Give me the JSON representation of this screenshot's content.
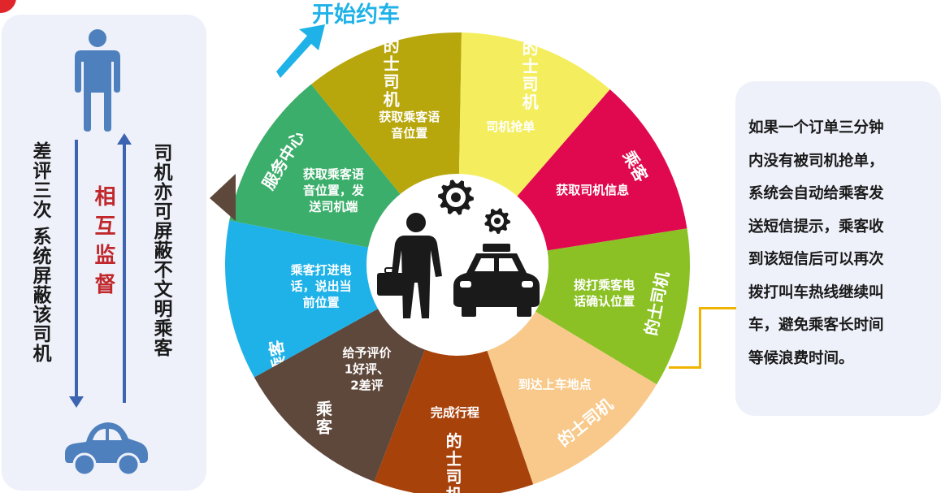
{
  "start_label": "开始约车",
  "left_panel": {
    "left_text": "差评三次 系统屏蔽该司机",
    "middle_text": "相互监督",
    "right_text": "司机亦可屏蔽不文明乘客"
  },
  "note": "如果一个订单三分钟\n内没有被司机抢单，\n系统会自动给乘客发\n送短信提示，乘客收\n到该短信后可以再次\n拨打叫车热线继续叫\n车，避免乘客长时间\n等候浪费时间。",
  "colors": {
    "sky_blue": "#1fb2e8",
    "green": "#3cae6b",
    "olive": "#b8a70c",
    "yellow": "#f4ee5f",
    "crimson": "#e0094f",
    "lime": "#8bc124",
    "peach": "#f8c98a",
    "brown_red": "#a8420b",
    "dark_brown": "#5e473b",
    "panel_bg": "#eef1fa",
    "icon_blue": "#4f80be",
    "accent_red": "#c0282c",
    "connector": "#f0b400"
  },
  "wheel": {
    "segments": [
      {
        "role": "乘客",
        "step": "乘客打进电\n话，说出当\n前位置",
        "color": "#1fb2e8",
        "role_color": "#ffffff",
        "step_color": "#ffffff"
      },
      {
        "role": "服务中心",
        "step": "获取乘客语\n音位置，发\n送司机端",
        "color": "#3cae6b",
        "role_color": "#ffffff",
        "step_color": "#ffffff"
      },
      {
        "role": "的士司机",
        "step": "获取乘客语\n音位置",
        "color": "#b8a70c",
        "role_color": "#ffffff",
        "step_color": "#ffffff"
      },
      {
        "role": "的士司机",
        "step": "司机抢单",
        "color": "#f4ee5f",
        "role_color": "#ffffff",
        "step_color": "#ffffff"
      },
      {
        "role": "乘客",
        "step": "获取司机信息",
        "color": "#e0094f",
        "role_color": "#ffffff",
        "step_color": "#ffffff"
      },
      {
        "role": "的士司机",
        "step": "拨打乘客电\n话确认位置",
        "color": "#8bc124",
        "role_color": "#ffffff",
        "step_color": "#ffffff"
      },
      {
        "role": "的士司机",
        "step": "到达上车地点",
        "color": "#f8c98a",
        "role_color": "#ffffff",
        "step_color": "#ffffff"
      },
      {
        "role": "的士司机",
        "step": "完成行程",
        "color": "#a8420b",
        "role_color": "#ffffff",
        "step_color": "#ffffff"
      },
      {
        "role": "乘客",
        "step": "给予评价\n1好评、\n2差评",
        "color": "#5e473b",
        "role_color": "#ffffff",
        "step_color": "#ffffff"
      }
    ]
  }
}
